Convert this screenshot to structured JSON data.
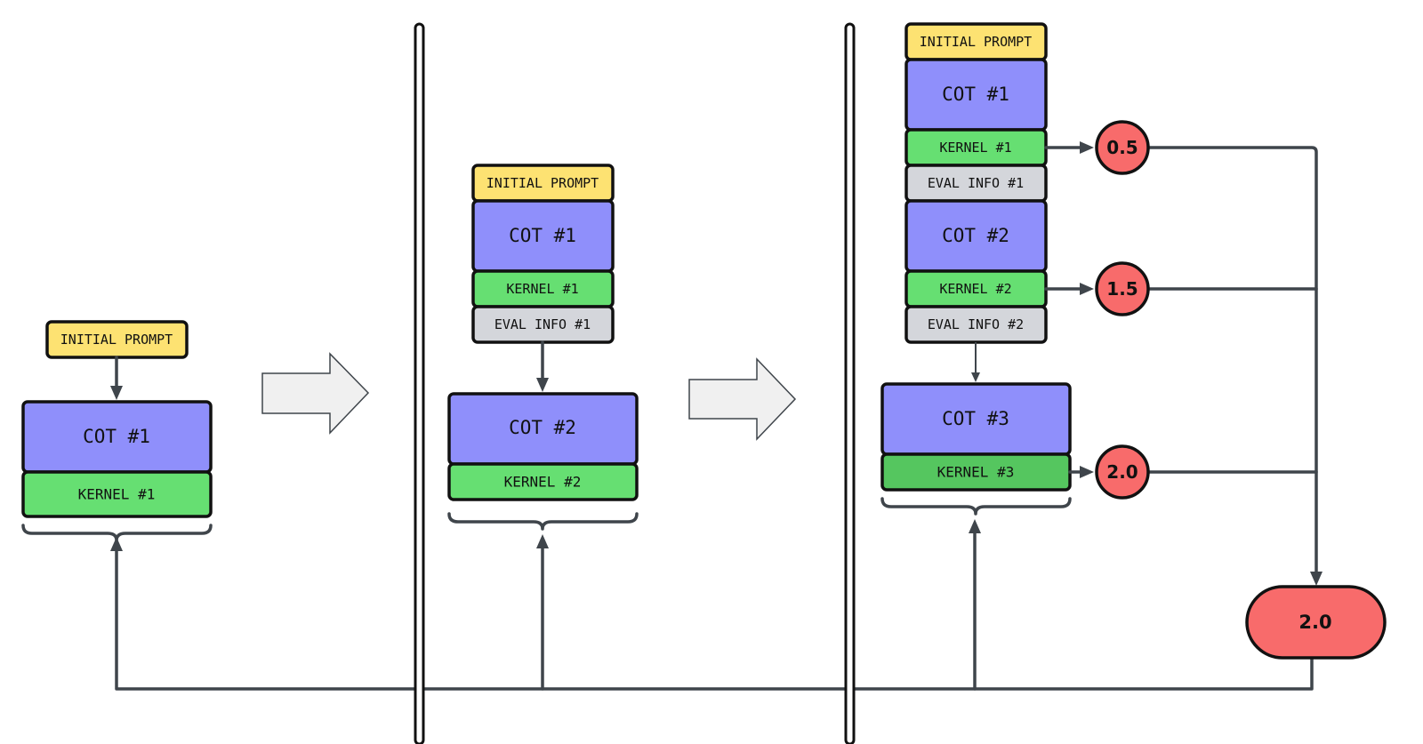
{
  "colors": {
    "prompt": "#fde272",
    "cot": "#8f8ffb",
    "kernel": "#66df72",
    "kernel_dark": "#55c65f",
    "eval": "#d4d6db",
    "score": "#f86b6b",
    "line": "#3f454b",
    "step_arrow": "#f0f0f0"
  },
  "panel1": {
    "initial_prompt": "INITIAL PROMPT",
    "cot1": "COT #1",
    "kernel1": "KERNEL #1"
  },
  "panel2": {
    "initial_prompt": "INITIAL PROMPT",
    "cot1": "COT #1",
    "kernel1": "KERNEL #1",
    "eval1": "EVAL INFO #1",
    "cot2": "COT #2",
    "kernel2": "KERNEL #2"
  },
  "panel3": {
    "initial_prompt": "INITIAL PROMPT",
    "cot1": "COT #1",
    "kernel1": "KERNEL #1",
    "eval1": "EVAL INFO #1",
    "cot2": "COT #2",
    "kernel2": "KERNEL #2",
    "eval2": "EVAL INFO #2",
    "cot3": "COT #3",
    "kernel3": "KERNEL #3",
    "score1": "0.5",
    "score2": "1.5",
    "score3": "2.0",
    "max_score": "2.0"
  }
}
